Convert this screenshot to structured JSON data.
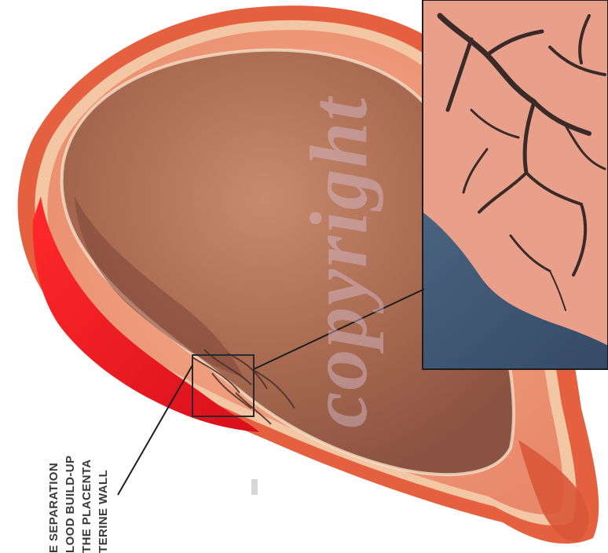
{
  "caption": {
    "lines": [
      "E SEPARATION",
      "LOOD BUILD-UP",
      "THE PLACENTA",
      "TERINE WALL"
    ]
  },
  "watermark": {
    "text": "copyright"
  },
  "colors": {
    "uterus_wall": "#e06a4a",
    "uterus_inner": "#f2a888",
    "fetus_sac": "#b9785a",
    "blood": "#e4121f",
    "inset_tissue": "#e8a08a",
    "inset_fluid": "#3f5a78",
    "villi": "#3a2a28"
  }
}
